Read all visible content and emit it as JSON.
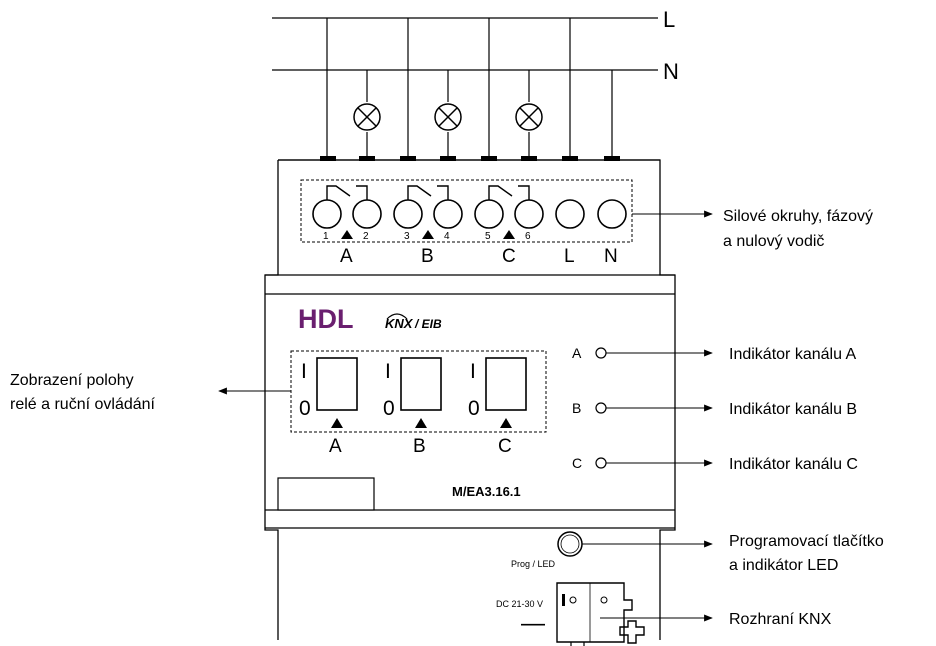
{
  "lines": {
    "L": "L",
    "N": "N"
  },
  "terminals": {
    "numbers": [
      "1",
      "2",
      "3",
      "4",
      "5",
      "6"
    ],
    "labels": [
      "A",
      "B",
      "C",
      "L",
      "N"
    ]
  },
  "brand": {
    "name": "HDL",
    "knx": "KNX",
    "eib": "/ EIB",
    "color": "#6a1f6f"
  },
  "switches": {
    "on_symbol": "I",
    "off_symbol": "0",
    "channels": [
      "A",
      "B",
      "C"
    ]
  },
  "indicators": [
    "A",
    "B",
    "C"
  ],
  "model": "M/EA3.16.1",
  "prog_label": "Prog / LED",
  "voltage_label": "DC 21-30 V",
  "polarity": {
    "minus": "—",
    "plus": "+"
  },
  "callouts": {
    "power": [
      "Silové okruhy, fázový",
      "a nulový vodič"
    ],
    "relay": [
      "Zobrazení polohy",
      "relé a ruční ovládání"
    ],
    "ind_a": "Indikátor kanálu A",
    "ind_b": "Indikátor kanálu B",
    "ind_c": "Indikátor kanálu C",
    "prog": [
      "Programovací tlačítko",
      "a indikátor LED"
    ],
    "knx": "Rozhraní KNX"
  }
}
